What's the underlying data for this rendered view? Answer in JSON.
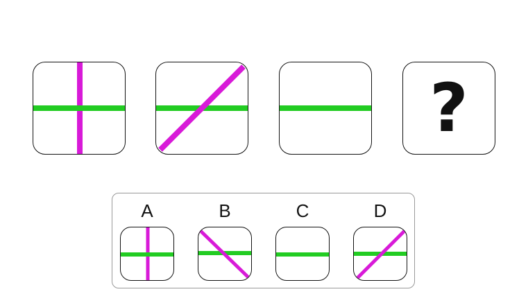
{
  "puzzle": {
    "sequence": [
      {
        "figure": "vertical-magenta-line-and-horizontal-green-line"
      },
      {
        "figure": "diagonal-magenta-line-and-horizontal-green-line"
      },
      {
        "figure": "horizontal-green-line-only"
      },
      {
        "figure": "unknown",
        "symbol": "?"
      }
    ],
    "colors": {
      "green": "#22cc22",
      "magenta": "#d81ad8",
      "border": "#111111"
    }
  },
  "options": [
    {
      "label": "A",
      "figure": "vertical-magenta-line-and-horizontal-green-line"
    },
    {
      "label": "B",
      "figure": "diagonal-magenta-line-top-left-to-bottom-right-and-horizontal-green-line"
    },
    {
      "label": "C",
      "figure": "horizontal-green-line-only"
    },
    {
      "label": "D",
      "figure": "diagonal-magenta-line-bottom-left-to-top-right-and-horizontal-green-line"
    }
  ]
}
